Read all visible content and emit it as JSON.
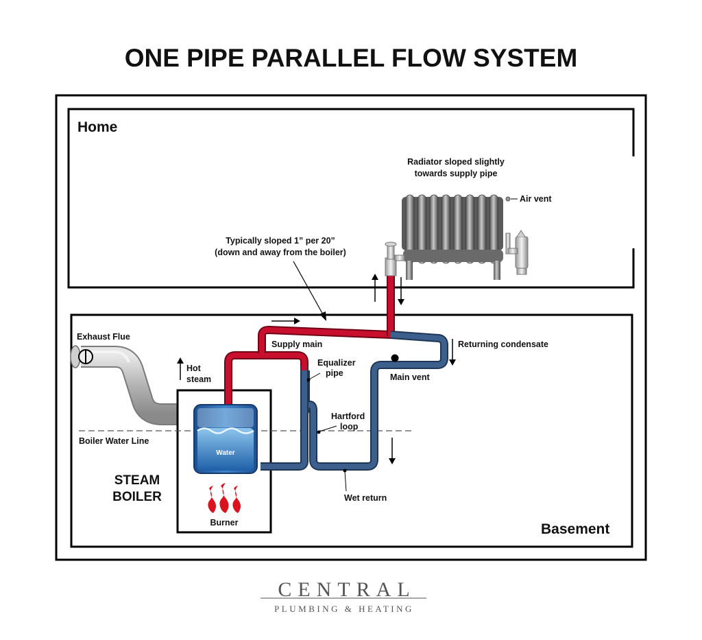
{
  "title": "ONE PIPE PARALLEL FLOW SYSTEM",
  "rooms": {
    "home": "Home",
    "basement": "Basement"
  },
  "labels": {
    "radiator_line1": "Radiator sloped slightly",
    "radiator_line2": "towards supply pipe",
    "air_vent": "Air vent",
    "slope_line1": "Typically sloped 1” per 20”",
    "slope_line2": "(down and away from the boiler)",
    "exhaust_flue": "Exhaust Flue",
    "hot_steam_line1": "Hot",
    "hot_steam_line2": "steam",
    "supply_main": "Supply main",
    "equalizer_line1": "Equalizer",
    "equalizer_line2": "pipe",
    "returning_condensate": "Returning condensate",
    "main_vent": "Main vent",
    "hartford_line1": "Hartford",
    "hartford_line2": "loop",
    "boiler_water_line": "Boiler Water Line",
    "water": "Water",
    "steam_boiler_line1": "STEAM",
    "steam_boiler_line2": "BOILER",
    "burner": "Burner",
    "wet_return": "Wet return"
  },
  "logo": {
    "main": "CENTRAL",
    "sub": "PLUMBING & HEATING"
  },
  "colors": {
    "steam": "#c8102e",
    "condensate": "#3d5f8c",
    "water": "#2a78c0",
    "flame": "#d9141e",
    "flue": "#b8b8b8",
    "radiator": "#7d7d7d",
    "outline": "#000000"
  }
}
